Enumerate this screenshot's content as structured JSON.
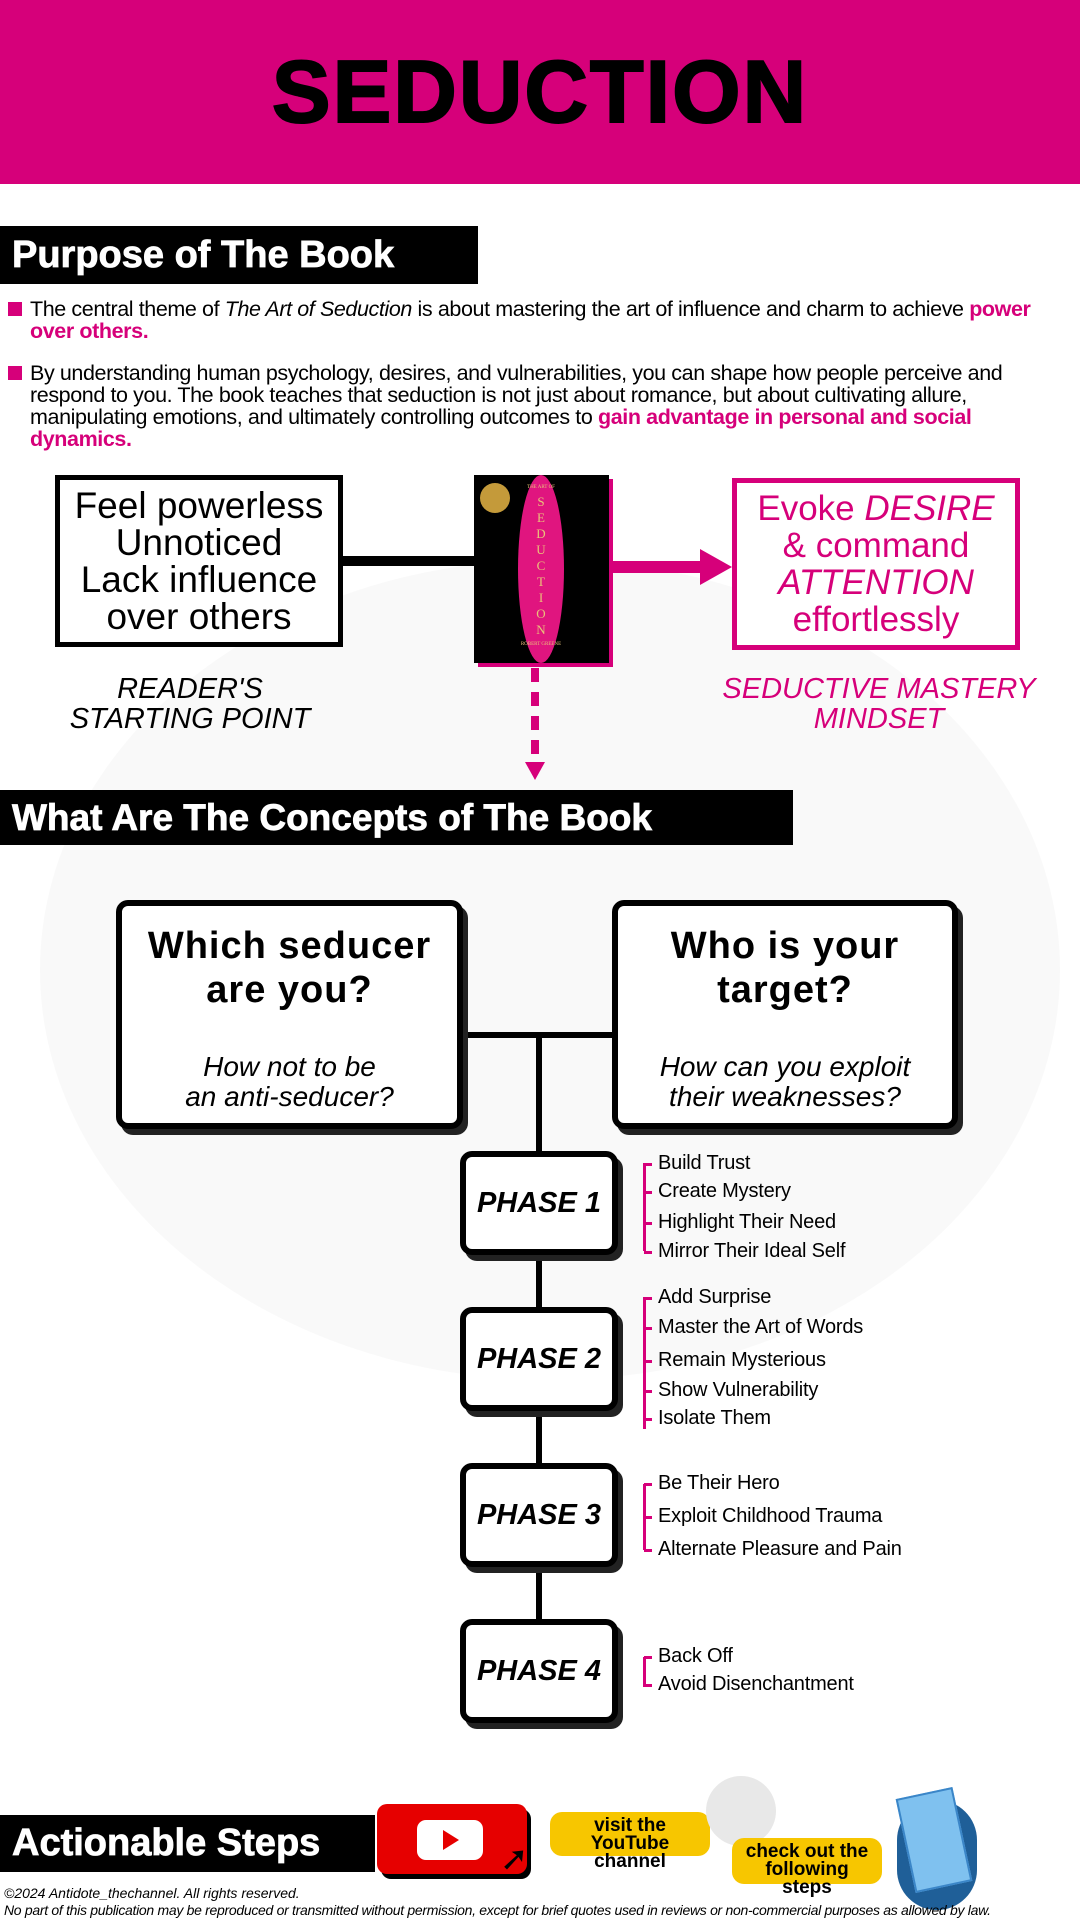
{
  "header": {
    "title": "SEDUCTION"
  },
  "purpose": {
    "heading": "Purpose of The Book",
    "bullets": [
      {
        "pre": "The central theme of ",
        "italic": "The Art of Seduction",
        "mid": " is about mastering the art of influence and charm to achieve ",
        "highlight": "power over others."
      },
      {
        "pre": "By understanding human psychology, desires, and vulnerabilities, you can shape how people perceive and respond to you. The book teaches that seduction is not just about romance, but about cultivating allure, manipulating emotions, and ultimately controlling outcomes to ",
        "highlight": "gain advantage in personal and social dynamics."
      }
    ]
  },
  "transformation": {
    "start_lines": [
      "Feel powerless",
      "Unnoticed",
      "Lack influence",
      "over others"
    ],
    "start_caption": [
      "READER'S",
      "STARTING POINT"
    ],
    "book": {
      "small": "THE ART OF",
      "title": "SEDUCTION",
      "author": "ROBERT GREENE"
    },
    "end_lines": [
      {
        "a": "Evoke ",
        "b": "DESIRE"
      },
      {
        "a": "& command",
        "b": ""
      },
      {
        "a": "",
        "b": "ATTENTION"
      },
      {
        "a": "effortlessly",
        "b": ""
      }
    ],
    "end_caption": [
      "SEDUCTIVE MASTERY",
      "MINDSET"
    ]
  },
  "concepts": {
    "heading": "What Are The Concepts of The Book",
    "left": {
      "question": [
        "Which seducer",
        "are you?"
      ],
      "sub": [
        "How not to be",
        "an anti-seducer?"
      ]
    },
    "right": {
      "question": [
        "Who is your",
        "target?"
      ],
      "sub": [
        "How can you exploit",
        "their weaknesses?"
      ]
    },
    "phases": [
      {
        "label": "PHASE 1",
        "items": [
          "Build Trust",
          "Create Mystery",
          "Highlight Their Need",
          "Mirror Their Ideal Self"
        ]
      },
      {
        "label": "PHASE 2",
        "items": [
          "Add Surprise",
          "Master the Art of Words",
          "Remain Mysterious",
          "Show Vulnerability",
          "Isolate Them"
        ]
      },
      {
        "label": "PHASE 3",
        "items": [
          "Be Their Hero",
          "Exploit Childhood Trauma",
          "Alternate Pleasure and Pain"
        ]
      },
      {
        "label": "PHASE 4",
        "items": [
          "Back Off",
          "Avoid Disenchantment"
        ]
      }
    ]
  },
  "actionable": {
    "heading": "Actionable Steps",
    "visit": [
      "visit the",
      "YouTube channel"
    ],
    "check": [
      "check out the",
      "following steps"
    ]
  },
  "footer": {
    "copyright": "©2024 Antidote_thechannel. All rights reserved.",
    "notice": "No part of this publication may be reproduced or transmitted without permission, except for brief quotes used in reviews or non-commercial purposes as allowed by law."
  },
  "colors": {
    "accent": "#d6007a",
    "youtube": "#e60000",
    "yellow": "#f7c600"
  }
}
